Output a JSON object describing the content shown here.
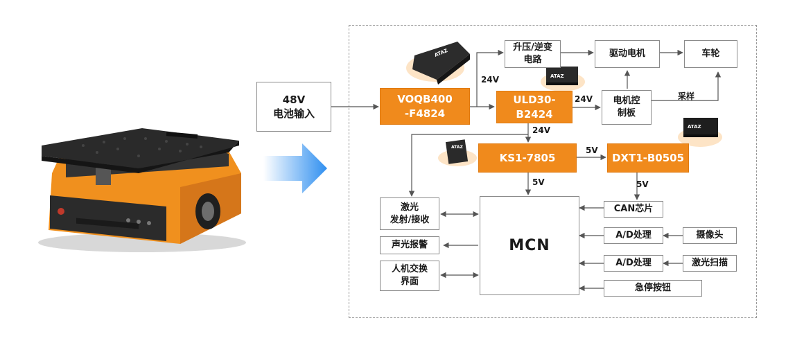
{
  "nodes": {
    "battery": "48V\n电池输入",
    "voqb": "VOQB400\n-F4824",
    "boost": "升压/逆变\n电路",
    "drive_motor": "驱动电机",
    "wheel": "车轮",
    "uld": "ULD30-\nB2424",
    "motor_ctrl": "电机控\n制板",
    "ks1": "KS1-7805",
    "dxt1": "DXT1-B0505",
    "laser_tx": "激光\n发射/接收",
    "alarm": "声光报警",
    "hmi": "人机交换\n界面",
    "mcn": "MCN",
    "can": "CAN芯片",
    "ad1": "A/D处理",
    "camera": "摄像头",
    "ad2": "A/D处理",
    "laser_scan": "激光扫描",
    "estop": "急停按钮"
  },
  "labels": {
    "v24_a": "24V",
    "v24_b": "24V",
    "v24_c": "24V",
    "sample": "采样",
    "v5_a": "5V",
    "v5_b": "5V",
    "v5_c": "5V"
  },
  "product_brands": {
    "voqb_module": "ATAZ",
    "uld_module": "ATAZ",
    "ks1_module": "ATAZ",
    "dxt1_module": "ATAZ"
  },
  "colors": {
    "accent_orange": "#f08a1c",
    "robot_orange": "#f0901e",
    "robot_dark": "#2b2b2b",
    "arrow_blue": "#2f8ff0"
  }
}
